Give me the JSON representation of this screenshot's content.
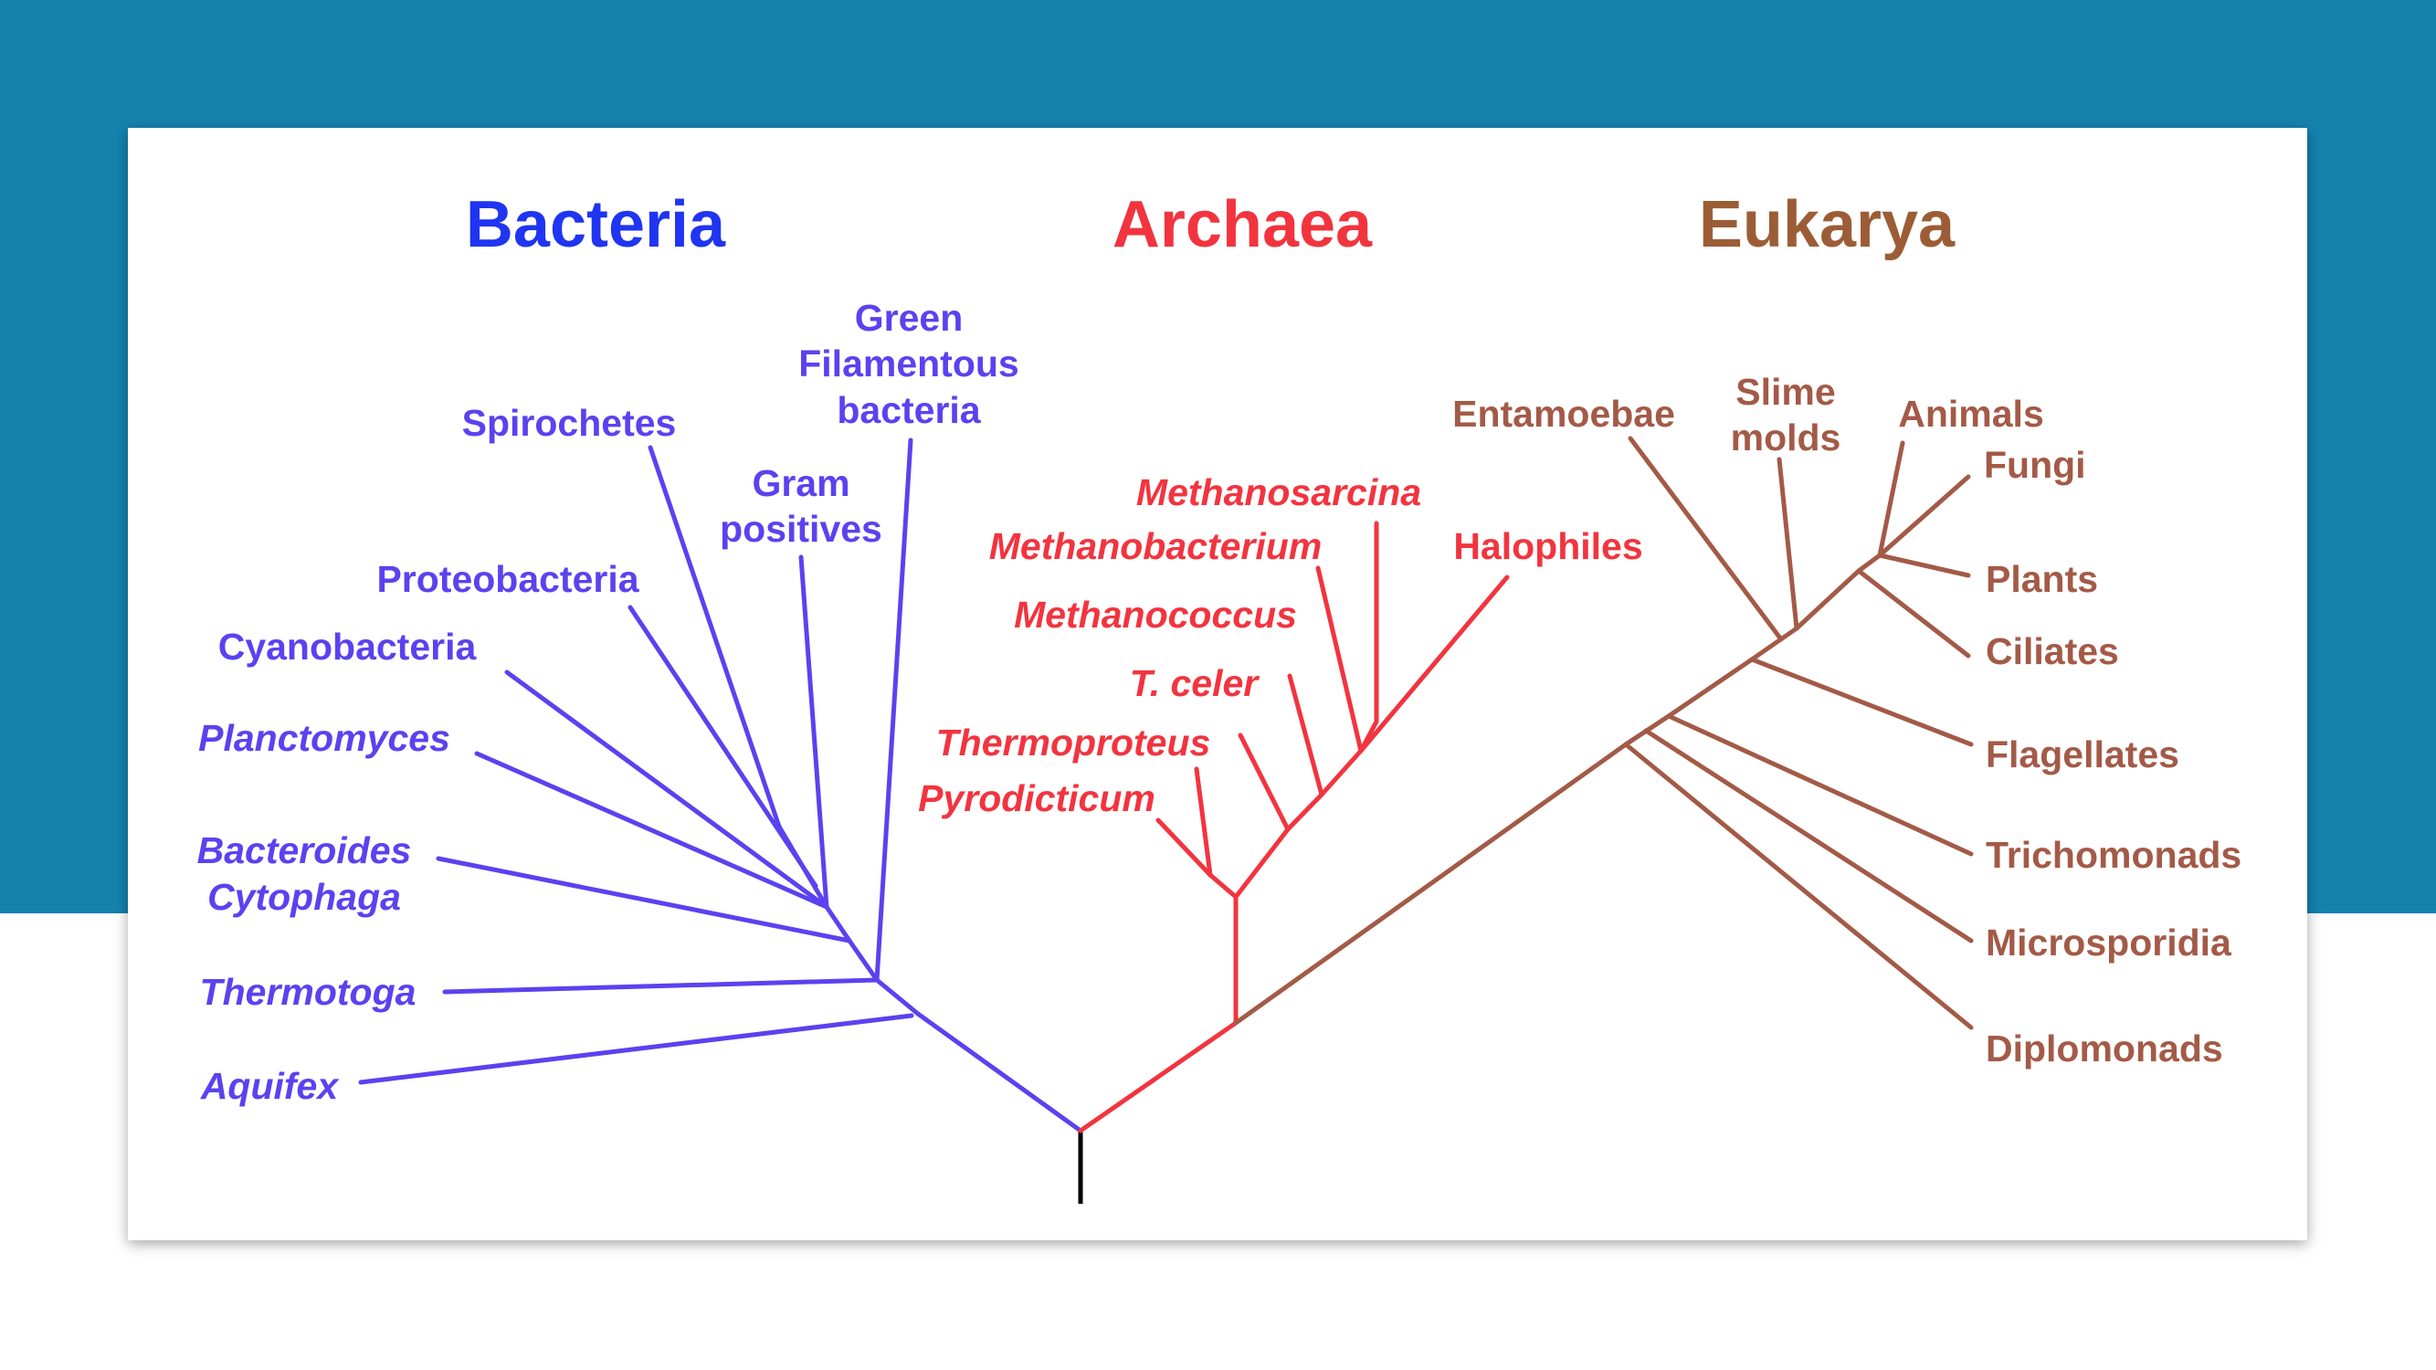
{
  "colors": {
    "band": "#1582ae",
    "card": "#ffffff",
    "bacteria": "#5a42f0",
    "bacteria_title": "#1f35f2",
    "archaea": "#f2343f",
    "eukarya": "#a35a47",
    "eukarya_title": "#9c5d36",
    "root": "#000000"
  },
  "domains": {
    "bacteria": "Bacteria",
    "archaea": "Archaea",
    "eukarya": "Eukarya"
  },
  "bacteria": {
    "green_1": "Green",
    "green_2": "Filamentous",
    "green_3": "bacteria",
    "spirochetes": "Spirochetes",
    "gram_1": "Gram",
    "gram_2": "positives",
    "proteobacteria": "Proteobacteria",
    "cyanobacteria": "Cyanobacteria",
    "planctomyces": "Planctomyces",
    "bacteroides_1": "Bacteroides",
    "bacteroides_2": "Cytophaga",
    "thermotoga": "Thermotoga",
    "aquifex": "Aquifex"
  },
  "archaea": {
    "methanosarcina": "Methanosarcina",
    "methanobacterium": "Methanobacterium",
    "halophiles": "Halophiles",
    "methanococcus": "Methanococcus",
    "t_celer": "T. celer",
    "thermoproteus": "Thermoproteus",
    "pyrodicticum": "Pyrodicticum"
  },
  "eukarya": {
    "entamoebae": "Entamoebae",
    "slime_1": "Slime",
    "slime_2": "molds",
    "animals": "Animals",
    "fungi": "Fungi",
    "plants": "Plants",
    "ciliates": "Ciliates",
    "flagellates": "Flagellates",
    "trichomonads": "Trichomonads",
    "microsporidia": "Microsporidia",
    "diplomonads": "Diplomonads"
  }
}
